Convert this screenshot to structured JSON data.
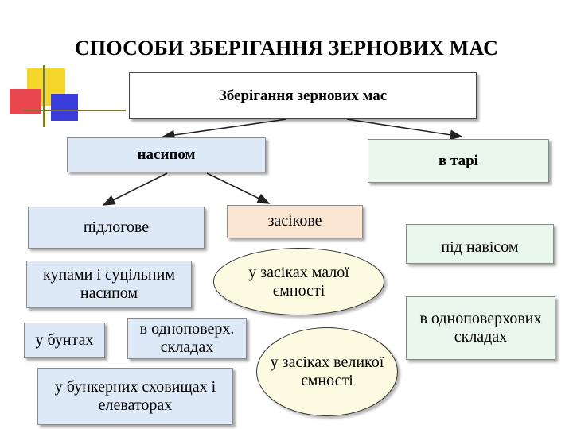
{
  "title": "СПОСОБИ ЗБЕРІГАННЯ ЗЕРНОВИХ МАС",
  "nodes": {
    "root": "Зберігання зернових мас",
    "nasypom": "насипом",
    "v_tari": "в тарі",
    "pidlogove": "підлогове",
    "zasikove": "засікове",
    "pid_navisom": "під навісом",
    "kupamy": "купами і суцільним насипом",
    "u_buntakh": "у бунтах",
    "v_odnopoverkh": "в одноповерх. складах",
    "u_bunkernykh": "у бункерних сховищах і елеваторах",
    "zasiky_mali": "у засіках малої ємності",
    "zasiky_velyki": "у засіках великої ємності",
    "v_odnopoverkhovykh": "в одноповерхових складах"
  },
  "colors": {
    "blue_fill": "#dde9f7",
    "green_fill": "#e8f6ec",
    "peach_fill": "#fbe6d3",
    "oval_fill": "#fcfbe1",
    "deco_yellow": "#f5d62a",
    "deco_red": "#e8474f",
    "deco_blue": "#3b3bdc"
  }
}
